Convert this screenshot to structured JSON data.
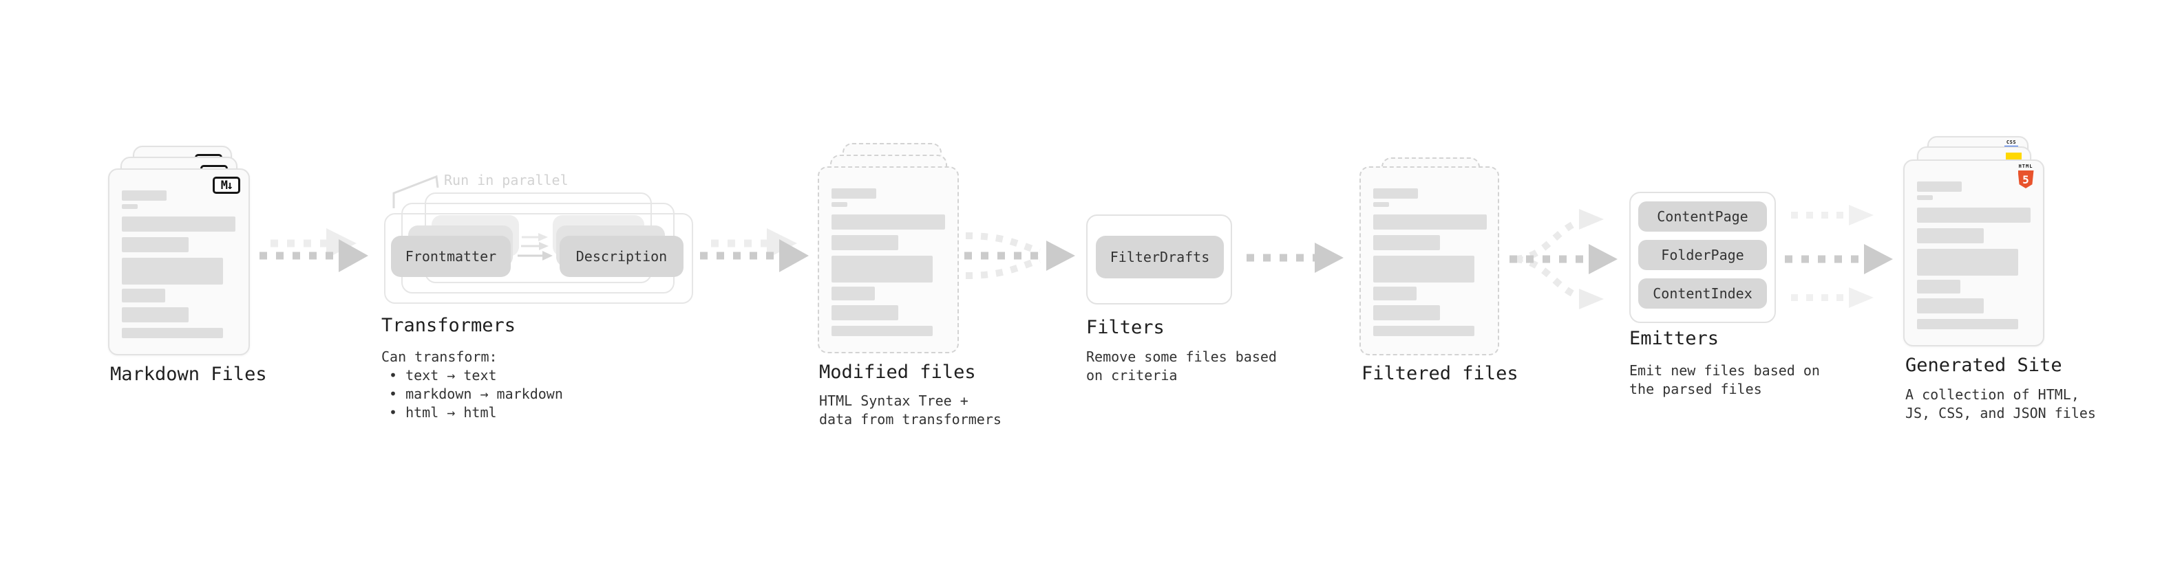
{
  "diagram": {
    "stages": {
      "markdown_files": {
        "label": "Markdown Files",
        "badge": "M↓"
      },
      "transformers": {
        "label": "Transformers",
        "annotation": "Run in parallel",
        "nodes": [
          "Frontmatter",
          "Description"
        ],
        "details": [
          "Can transform:",
          "• text → text",
          "• markdown → markdown",
          "• html → html"
        ]
      },
      "modified_files": {
        "label": "Modified files",
        "details": [
          "HTML Syntax Tree +",
          "data from transformers"
        ]
      },
      "filters": {
        "label": "Filters",
        "nodes": [
          "FilterDrafts"
        ],
        "details": [
          "Remove some files based",
          "on criteria"
        ]
      },
      "filtered_files": {
        "label": "Filtered files"
      },
      "emitters": {
        "label": "Emitters",
        "nodes": [
          "ContentPage",
          "FolderPage",
          "ContentIndex"
        ],
        "details": [
          "Emit new files based on",
          "the parsed files"
        ]
      },
      "generated_site": {
        "label": "Generated Site",
        "details": [
          "A collection of HTML,",
          "JS, CSS, and JSON files"
        ],
        "badges": {
          "html_label": "HTML",
          "html_number": "5",
          "css_label": "CSS"
        }
      }
    },
    "colors": {
      "arrow_dark": "#cbcbcb",
      "arrow_light": "#ededed",
      "html5_orange": "#e8532c",
      "js_yellow": "#ffd800",
      "css_blue": "#2862e9"
    }
  }
}
